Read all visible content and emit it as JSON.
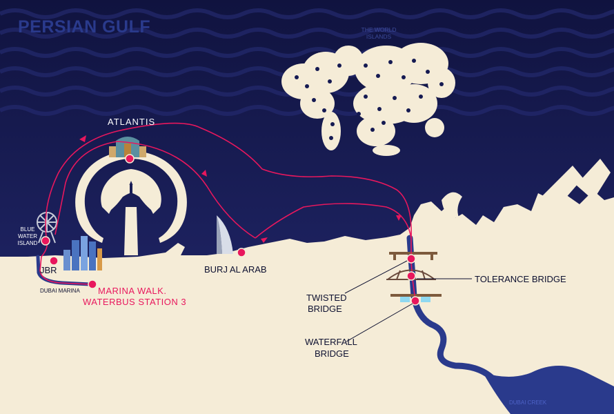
{
  "map": {
    "sea_name": "PERSIAN GULF",
    "world_islands": "THE WORLD ISLANDS",
    "atlantis": "ATLANTIS",
    "blue_water_island": "BLUE WATER ISLAND",
    "jbr": "JBR",
    "dubai_marina": "DUBAI MARINA",
    "marina_walk_line1": "MARINA WALK.",
    "marina_walk_line2": "WATERBUS STATION 3",
    "burj_al_arab": "BURJ AL ARAB",
    "twisted_bridge_line1": "TWISTED",
    "twisted_bridge_line2": "BRIDGE",
    "tolerance_bridge": "TOLERANCE BRIDGE",
    "waterfall_bridge_line1": "WATERFALL",
    "waterfall_bridge_line2": "BRIDGE",
    "dubai_creek": "DUBAI CREEK"
  },
  "colors": {
    "sea": "#1b2060",
    "land": "#f5ecd7",
    "route": "#e8175d",
    "station_marker": "#e8175d",
    "creek": "#2a3a8c"
  }
}
